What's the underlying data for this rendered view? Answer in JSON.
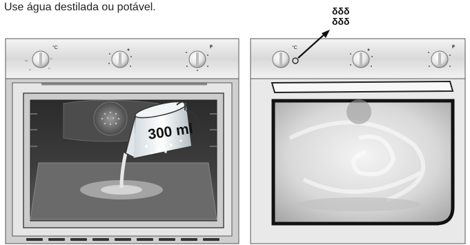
{
  "caption": "Use água destilada ou potável.",
  "cup_label": "300 ml",
  "steam_marker": [
    "δδδ",
    "δδδ"
  ],
  "left_panel": {
    "knob1_unit": "°C",
    "knob3_unit": "F"
  },
  "right_panel": {
    "knob1_unit": "°C",
    "knob3_unit": "F"
  }
}
